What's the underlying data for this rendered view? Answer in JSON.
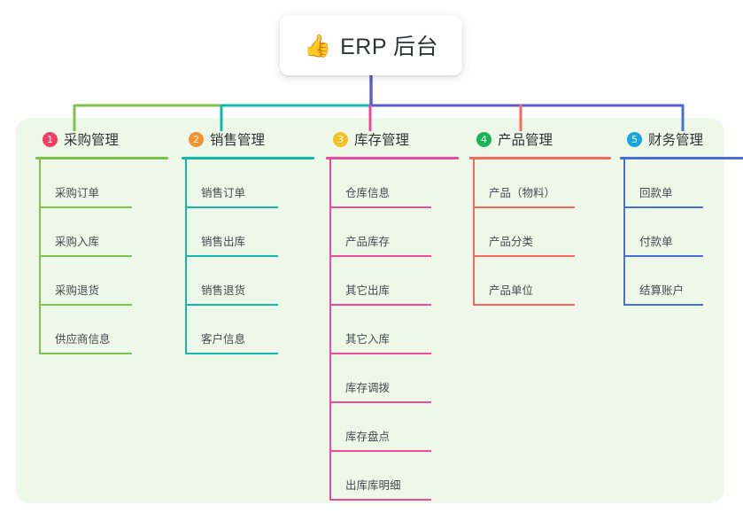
{
  "root": {
    "emoji": "👍",
    "emoji_name": "thumbs-up-emoji",
    "label": "ERP 后台"
  },
  "palette": {
    "canvas_bg": "#ffffff",
    "panel_bg": "#eef8e9",
    "card_bg": "#ffffff",
    "text": "#2f3337",
    "leaf_text": "#444a4f",
    "root_drop": "#5b5bd6",
    "bus_left_green": "#7ec34a",
    "bus_mid_teal": "#14b8a6",
    "bus_right_purple": "#5b5bd6"
  },
  "columns": [
    {
      "number": "1",
      "title": "采购管理",
      "badge_color": "#f03e64",
      "line_color": "#7ec34a",
      "items": [
        "采购订单",
        "采购入库",
        "采购退货",
        "供应商信息"
      ]
    },
    {
      "number": "2",
      "title": "销售管理",
      "badge_color": "#f5922f",
      "line_color": "#14b8a6",
      "items": [
        "销售订单",
        "销售出库",
        "销售退货",
        "客户信息"
      ]
    },
    {
      "number": "3",
      "title": "库存管理",
      "badge_color": "#f5c028",
      "line_color": "#ef4a9b",
      "items": [
        "仓库信息",
        "产品库存",
        "其它出库",
        "其它入库",
        "库存调拨",
        "库存盘点",
        "出库库明细"
      ]
    },
    {
      "number": "4",
      "title": "产品管理",
      "badge_color": "#19b359",
      "line_color": "#f4695f",
      "items": [
        "产品（物料）",
        "产品分类",
        "产品单位"
      ]
    },
    {
      "number": "5",
      "title": "财务管理",
      "badge_color": "#17a6e0",
      "line_color": "#4a6fd4",
      "items": [
        "回款单",
        "付款单",
        "结算账户"
      ]
    }
  ]
}
